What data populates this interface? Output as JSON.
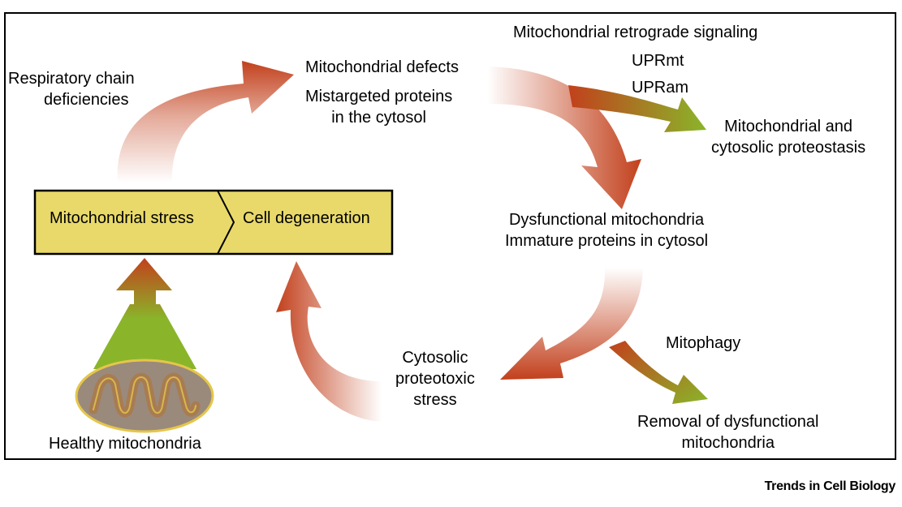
{
  "box": {
    "left_label": "Mitochondrial stress",
    "right_label": "Cell degeneration",
    "fill_color": "#e8d96a"
  },
  "labels": {
    "respiratory_line1": "Respiratory chain",
    "respiratory_line2": "deficiencies",
    "mito_defects": "Mitochondrial defects",
    "mistargeted_line1": "Mistargeted proteins",
    "mistargeted_line2": "in the cytosol",
    "retrograde": "Mitochondrial retrograde signaling",
    "uprmt": "UPRmt",
    "upram": "UPRam",
    "proteostasis_line1": "Mitochondrial and",
    "proteostasis_line2": "cytosolic proteostasis",
    "dysfunctional": "Dysfunctional mitochondria",
    "immature": "Immature proteins in cytosol",
    "mitophagy": "Mitophagy",
    "removal_line1": "Removal of dysfunctional",
    "removal_line2": "mitochondria",
    "cytosolic_line1": "Cytosolic",
    "cytosolic_line2": "proteotoxic",
    "cytosolic_line3": "stress",
    "healthy": "Healthy mitochondria"
  },
  "colors": {
    "arrow_red": "#c2401c",
    "arrow_green": "#8ab52a",
    "mito_outer": "#9a8a7c",
    "mito_inner": "#a87c52",
    "mito_rim": "#e5c64a"
  },
  "icons": [
    "mitochondrion-icon"
  ],
  "footer": "Trends in Cell Biology"
}
